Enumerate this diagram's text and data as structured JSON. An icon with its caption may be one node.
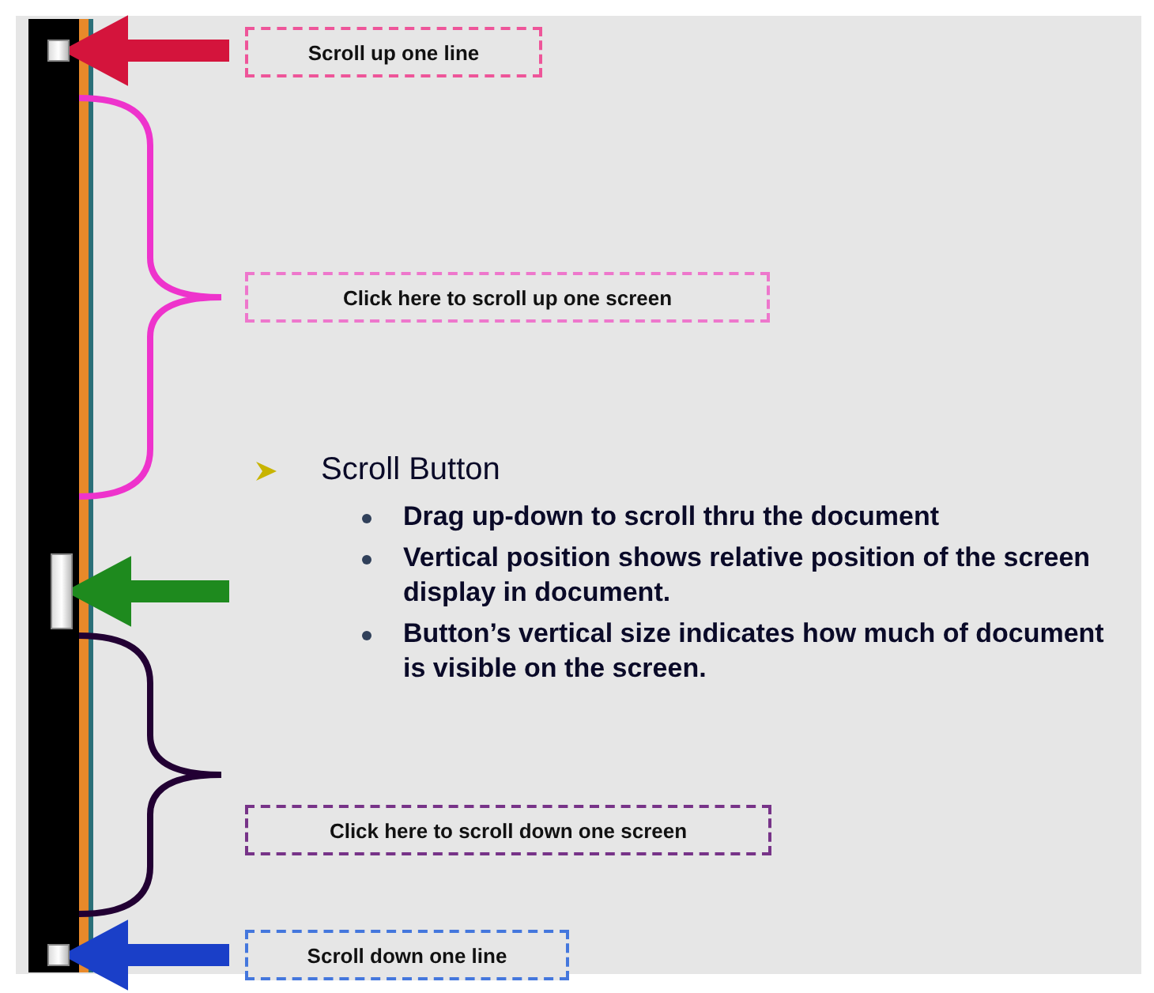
{
  "diagram": {
    "nodes": [
      {
        "text": [],
        "shape": "box"
      },
      {
        "text": [
          "Scroll up one line"
        ]
      },
      {
        "text": [
          "Click here to scroll up one screen"
        ]
      },
      {
        "text": [],
        "shape": "box"
      },
      {
        "text": [
          "Click here to scroll down one screen"
        ]
      },
      {
        "text": [],
        "shape": "box"
      },
      {
        "text": [
          "Scroll down one line"
        ]
      }
    ],
    "edges": [
      {
        "from": 1,
        "to": 0,
        "arrow": "to",
        "color": "#d4143c"
      },
      {
        "from": null,
        "to": 3,
        "arrow": "to",
        "color": "#1e8a1e"
      },
      {
        "from": 6,
        "to": 5,
        "arrow": "to",
        "color": "#1a3fc8"
      }
    ],
    "labels": [
      "Scroll Button",
      "Drag up-down to scroll thru the document",
      "Vertical position shows relative position of the screen display in document.",
      "Button’s vertical size indicates how much of document is visible on the screen."
    ]
  }
}
